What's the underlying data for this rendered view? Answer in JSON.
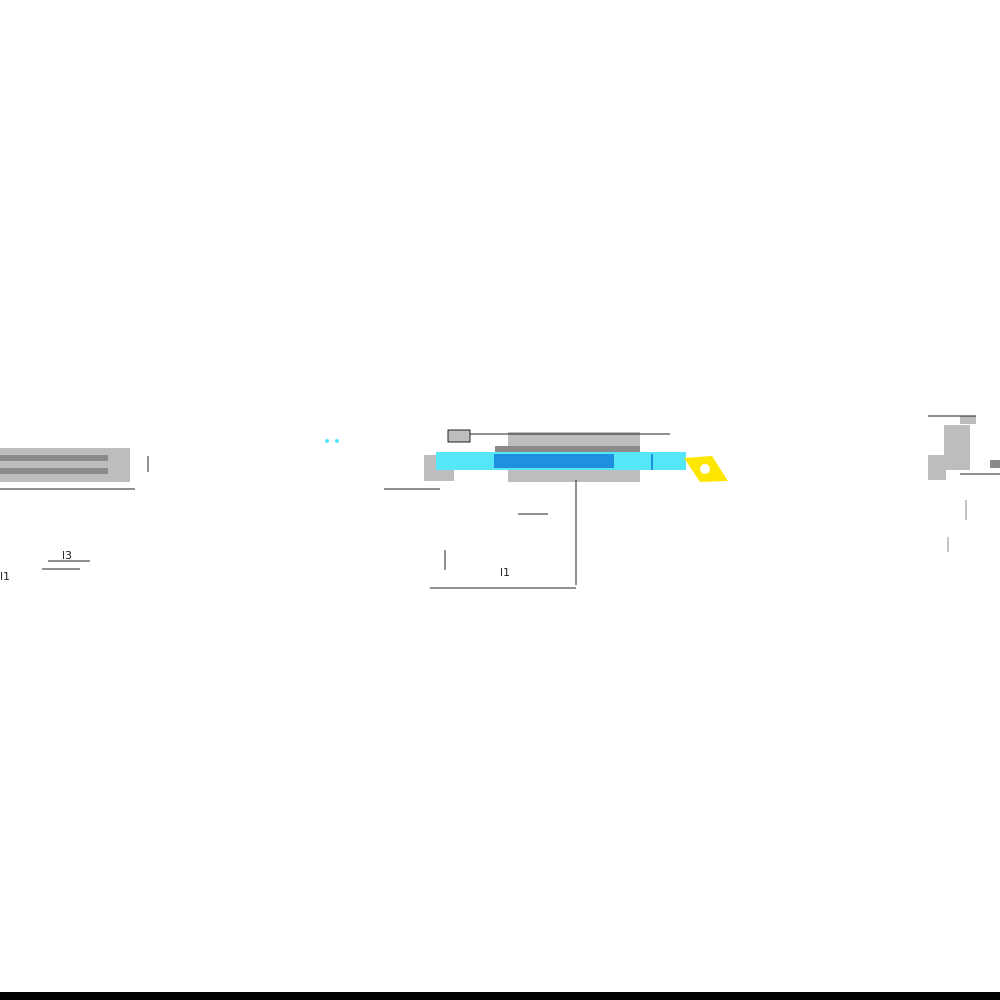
{
  "drawing": {
    "left_view": {
      "labels": {
        "l3": "l3",
        "l1": "l1"
      }
    },
    "center_view": {
      "labels": {
        "l1": "l1"
      }
    },
    "colors": {
      "body": "#bdbdbd",
      "body_dark": "#8a8a8a",
      "coolant": "#55e6f8",
      "coolant_core": "#1f8fe0",
      "insert": "#ffe600",
      "line": "#222222"
    }
  }
}
